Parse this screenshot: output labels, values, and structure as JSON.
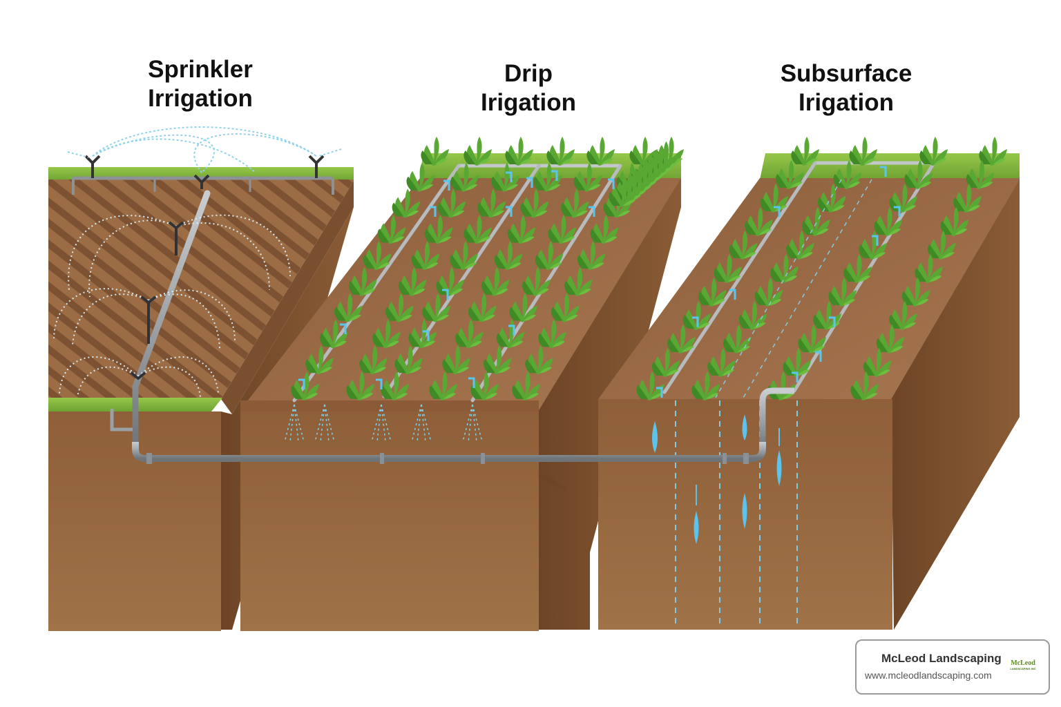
{
  "diagram": {
    "panels": [
      {
        "id": "sprinkler",
        "title_line1": "Sprinkler",
        "title_line2": "Irrigation"
      },
      {
        "id": "drip",
        "title_line1": "Drip",
        "title_line2": "Irigation"
      },
      {
        "id": "subsurface",
        "title_line1": "Subsurface",
        "title_line2": "Irigation"
      }
    ],
    "colors": {
      "soil_top": "#9a6a43",
      "soil_front": "#98683f",
      "soil_side": "#7a5030",
      "grass": "#86b93f",
      "pipe": "#9fa4a8",
      "water": "#55c2e6",
      "plant": "#58a832"
    }
  },
  "brand": {
    "name": "McLeod Landscaping",
    "url": "www.mcleodlandscaping.com",
    "logo_text": "McLeod",
    "logo_subtext": "LANDSCAPING INC"
  }
}
